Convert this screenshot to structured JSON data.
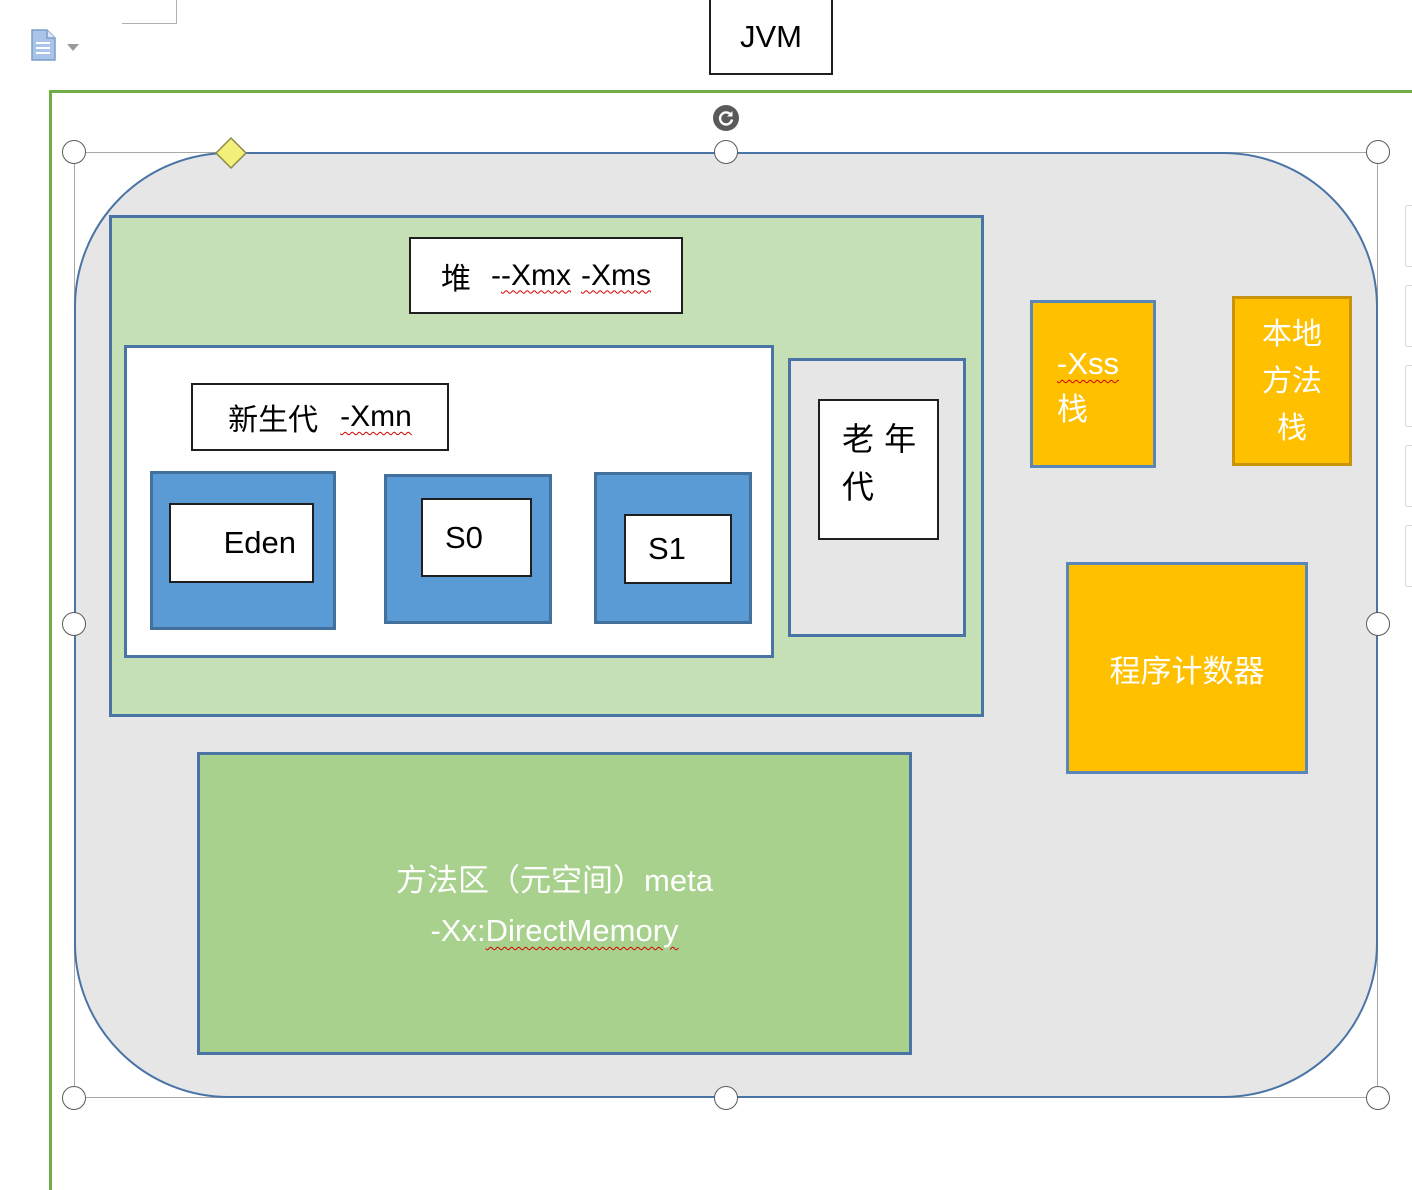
{
  "title": "JVM",
  "heap": {
    "label_cn": "堆",
    "flags": [
      "-Xmx",
      "-Xms"
    ]
  },
  "young_gen": {
    "label_cn": "新生代",
    "flag": "-Xmn",
    "eden": "Eden",
    "s0": "S0",
    "s1": "S1"
  },
  "old_gen": {
    "label": "老 年 代"
  },
  "stack": {
    "flag": "-Xss",
    "label_cn": "栈"
  },
  "native_stack": {
    "lines": [
      "本地",
      "方法",
      "栈"
    ]
  },
  "pc_register": {
    "label": "程序计数器"
  },
  "method_area": {
    "line1_cn": "方法区（元空间）",
    "line1_en": "meta",
    "line2_prefix": "-Xx:",
    "line2_rest": "DirectMemory"
  },
  "colors": {
    "frame_green": "#70ad47",
    "canvas_gray": "#e6e6e6",
    "heap_green": "#c5e0b4",
    "method_green": "#a9d18e",
    "blue_fill": "#5b9bd5",
    "blue_border": "#41719c",
    "orange": "#ffc000",
    "outline_blue": "#4a74a6"
  },
  "icons": [
    "document-icon",
    "dropdown-arrow-icon",
    "rotate-handle-icon",
    "adjust-handle-icon"
  ]
}
